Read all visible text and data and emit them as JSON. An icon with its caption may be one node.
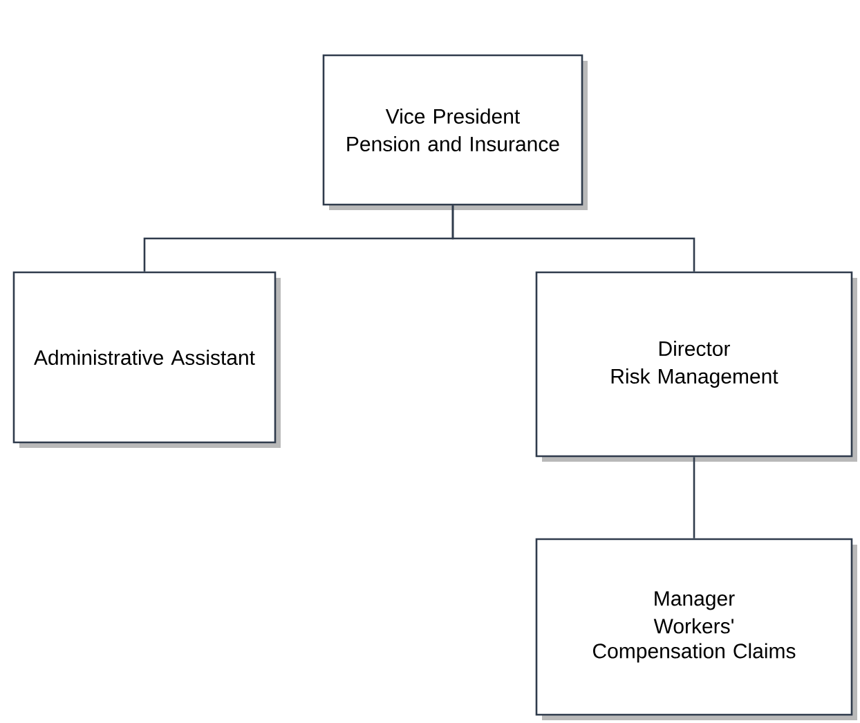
{
  "diagram": {
    "nodes": [
      {
        "text": [
          "Vice President",
          "Pension and Insurance"
        ]
      },
      {
        "text": [
          "Administrative Assistant"
        ]
      },
      {
        "text": [
          "Director",
          "Risk Management"
        ]
      },
      {
        "text": [
          "Manager",
          "Workers' Compensation Claims"
        ]
      }
    ],
    "edges": [
      {
        "from": 0,
        "to": 1,
        "arrow": "none"
      },
      {
        "from": 0,
        "to": 2,
        "arrow": "none"
      },
      {
        "from": 2,
        "to": 3,
        "arrow": "none"
      }
    ]
  }
}
